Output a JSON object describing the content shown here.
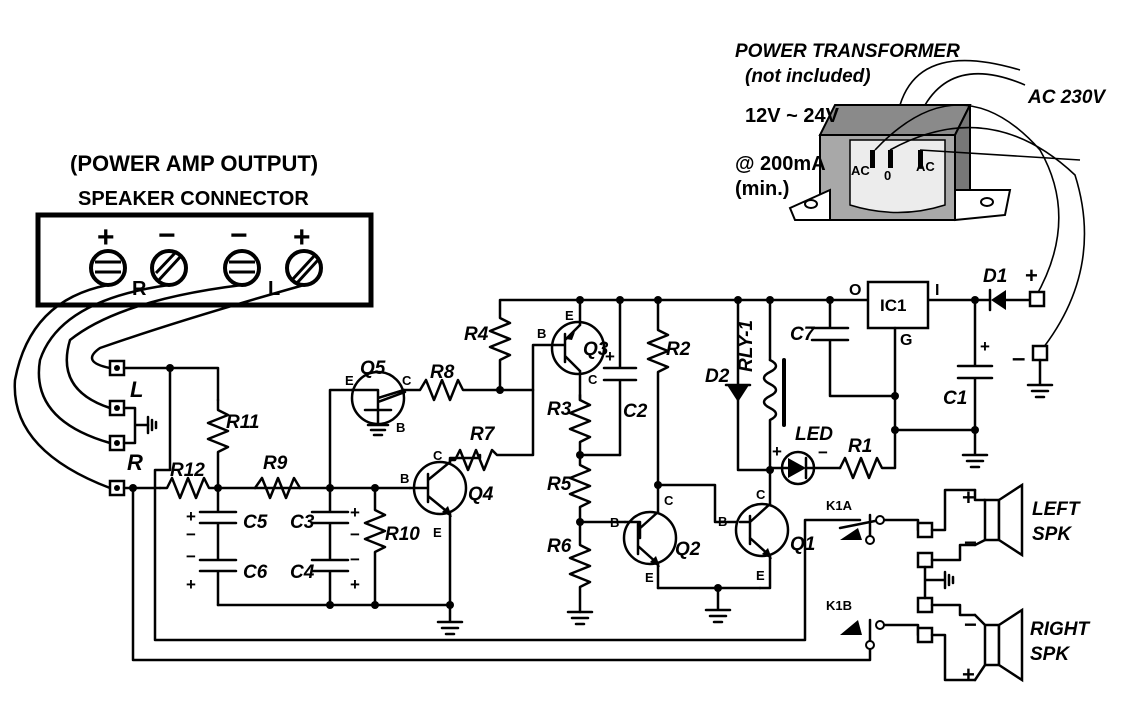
{
  "transformer": {
    "title": "POWER TRANSFORMER",
    "note": "(not included)",
    "voltage": "12V ~ 24V",
    "current": "@ 200mA",
    "min": "(min.)",
    "mains": "AC 230V",
    "tap_ac_left": "AC",
    "tap_zero": "0",
    "tap_ac_right": "AC"
  },
  "connector": {
    "heading": "(POWER AMP OUTPUT)",
    "title": "SPEAKER CONNECTOR",
    "r_label": "R",
    "l_label": "L",
    "plus": "+",
    "minus": "−"
  },
  "inputs": {
    "l": "L",
    "r": "R"
  },
  "resistors": [
    "R1",
    "R2",
    "R3",
    "R4",
    "R5",
    "R6",
    "R7",
    "R8",
    "R9",
    "R10",
    "R11",
    "R12"
  ],
  "capacitors": [
    "C1",
    "C2",
    "C3",
    "C4",
    "C5",
    "C6",
    "C7"
  ],
  "transistors": {
    "q1": "Q1",
    "q2": "Q2",
    "q3": "Q3",
    "q4": "Q4",
    "q5": "Q5"
  },
  "pins": {
    "b": "B",
    "c": "C",
    "e": "E"
  },
  "regulator": {
    "name": "IC1",
    "o": "O",
    "i": "I",
    "g": "G"
  },
  "diodes": {
    "d1": "D1",
    "d2": "D2",
    "led": "LED"
  },
  "relay": {
    "name": "RLY-1",
    "k1a": "K1A",
    "k1b": "K1B"
  },
  "speakers": {
    "left": [
      "LEFT",
      "SPK"
    ],
    "right": [
      "RIGHT",
      "SPK"
    ]
  },
  "signs": {
    "plus": "+",
    "minus": "−",
    "dash": "–"
  }
}
